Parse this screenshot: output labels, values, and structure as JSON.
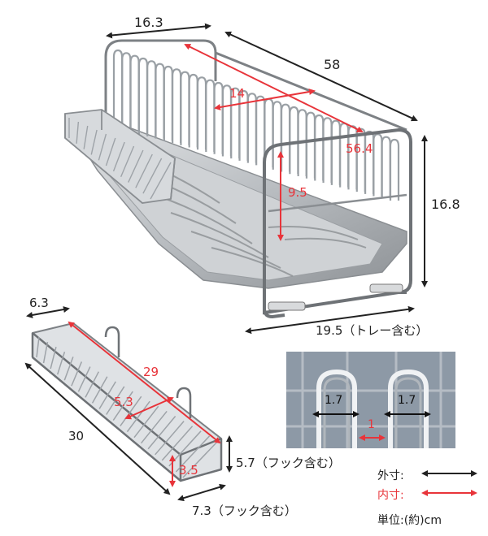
{
  "colors": {
    "outer": "#222222",
    "inner": "#e8343a",
    "inset_bg": "#8d99a6"
  },
  "main_rack": {
    "width_outer": "16.3",
    "length_outer": "58",
    "height_outer": "16.8",
    "depth_outer": "19.5（トレー含む）",
    "width_inner": "14",
    "length_inner": "56.4",
    "height_inner": "9.5"
  },
  "basket": {
    "width_outer": "6.3",
    "length_outer": "30",
    "height_outer": "5.7（フック含む）",
    "depth_outer": "7.3（フック含む）",
    "length_inner": "29",
    "width_inner": "5.3",
    "height_inner": "3.5"
  },
  "detail": {
    "left_gap": "1.7",
    "right_gap": "1.7",
    "inner_gap": "1"
  },
  "legend": {
    "outer_label": "外寸:",
    "inner_label": "内寸:",
    "unit": "単位:(約)cm"
  }
}
